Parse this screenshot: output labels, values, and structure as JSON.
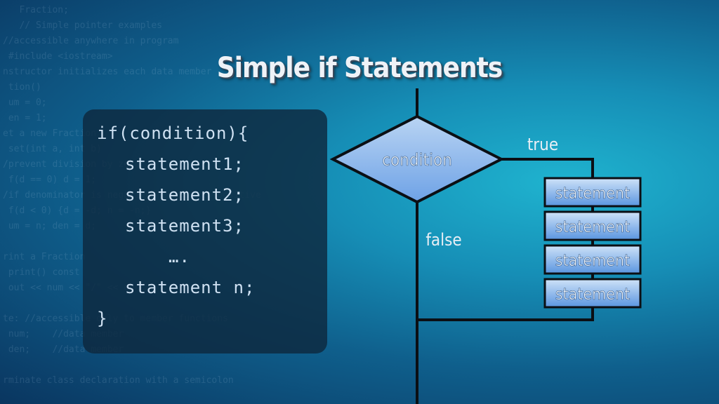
{
  "title": "Simple if Statements",
  "code": {
    "if_line": "if(condition){",
    "statements": [
      "statement1;",
      "statement2;",
      "statement3;"
    ],
    "ellipsis": "….",
    "last_statement": "statement n;",
    "closing_brace": "}"
  },
  "flowchart": {
    "condition_label": "condition",
    "true_label": "true",
    "false_label": "false",
    "statement_boxes": [
      "statement",
      "statement",
      "statement",
      "statement"
    ]
  },
  "colors": {
    "box_fill_top": "#c5dcf6",
    "box_fill_bottom": "#5b97e2",
    "line": "#0b0f14",
    "text_light": "#e8eef5"
  }
}
